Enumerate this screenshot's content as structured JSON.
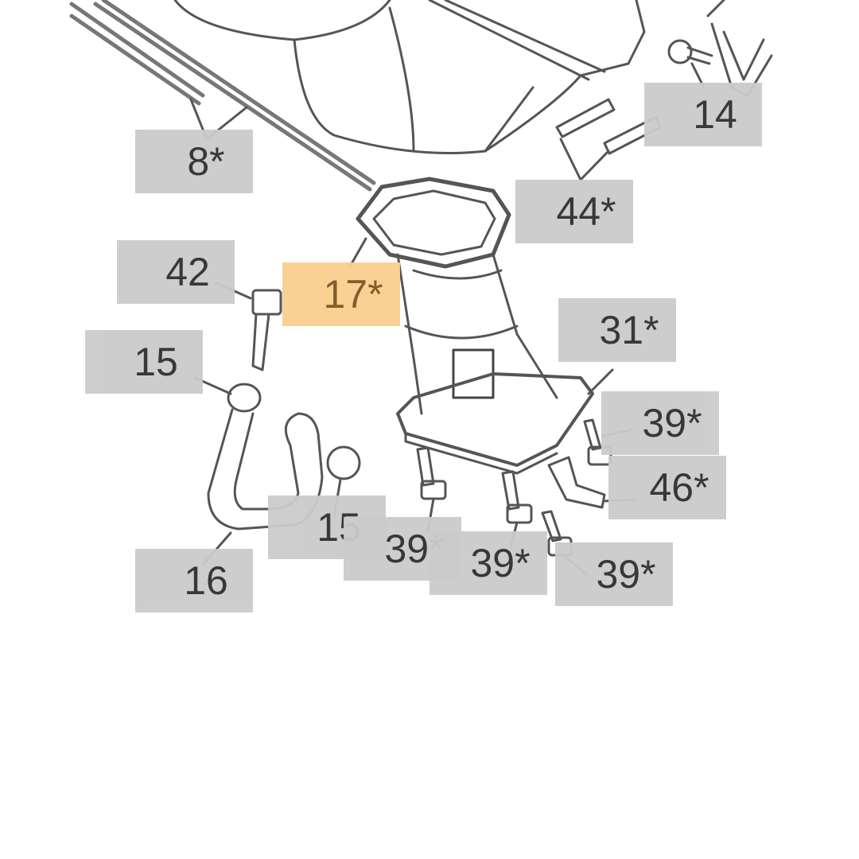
{
  "diagram": {
    "highlight_color": "#f9cf8f",
    "label_color": "#cbcbcb",
    "callouts": [
      {
        "id": "8",
        "text": "8*",
        "highlighted": false
      },
      {
        "id": "14",
        "text": "14",
        "highlighted": false
      },
      {
        "id": "44",
        "text": "44*",
        "highlighted": false
      },
      {
        "id": "42",
        "text": "42",
        "highlighted": false
      },
      {
        "id": "17",
        "text": "17*",
        "highlighted": true
      },
      {
        "id": "31",
        "text": "31*",
        "highlighted": false
      },
      {
        "id": "15a",
        "text": "15",
        "highlighted": false
      },
      {
        "id": "39a",
        "text": "39*",
        "highlighted": false
      },
      {
        "id": "46",
        "text": "46*",
        "highlighted": false
      },
      {
        "id": "15b",
        "text": "15",
        "highlighted": false
      },
      {
        "id": "39b",
        "text": "39*",
        "highlighted": false
      },
      {
        "id": "39c",
        "text": "39*",
        "highlighted": false
      },
      {
        "id": "39d",
        "text": "39*",
        "highlighted": false
      },
      {
        "id": "16",
        "text": "16",
        "highlighted": false
      }
    ]
  }
}
